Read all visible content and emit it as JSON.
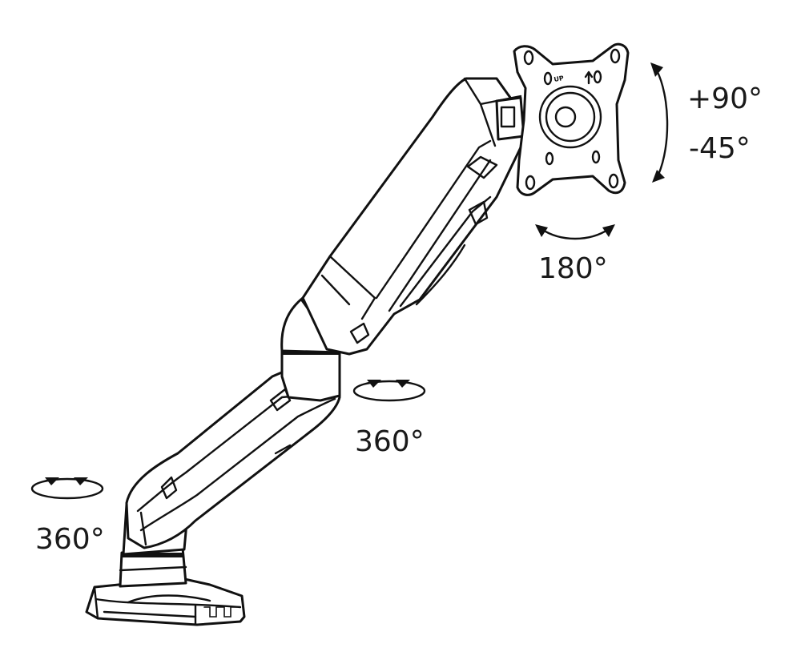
{
  "rotation_labels": {
    "tilt_up": "+90°",
    "tilt_down": "-45°",
    "vesa_swivel": "180°",
    "elbow_swivel": "360°",
    "base_swivel": "360°"
  },
  "plate_markings": {
    "up_text": "UP"
  },
  "colors": {
    "line": "#111111",
    "background": "#ffffff"
  }
}
